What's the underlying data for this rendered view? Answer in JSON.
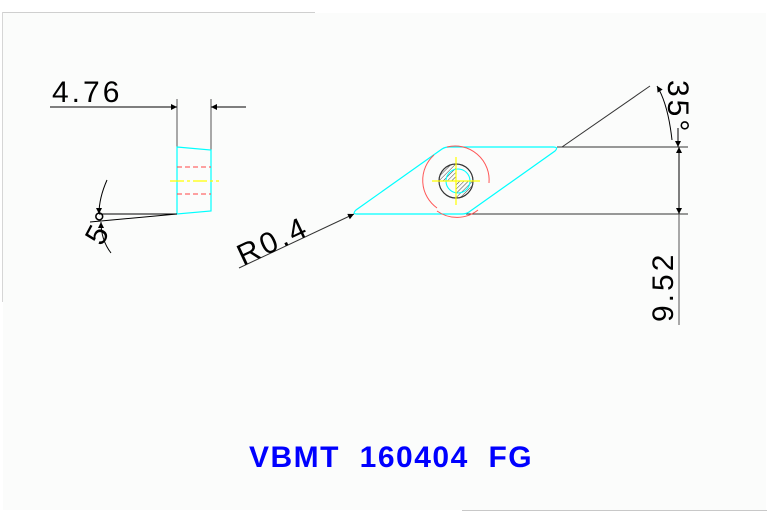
{
  "drawing": {
    "title": "VBMT 160404 FG",
    "colors": {
      "background": "#fbfcfb",
      "dimension_line": "#000000",
      "insert_outline": "#00ffff",
      "hidden_line": "#ff4444",
      "center_line": "#ffff00",
      "clearance_arc": "#ff5555",
      "title": "#0000ff"
    }
  },
  "side_view": {
    "thickness_label": "4.76",
    "clearance_angle_label": "5°"
  },
  "top_view": {
    "corner_radius_label": "R0.4",
    "included_angle_label": "35°",
    "inscribed_circle_label": "9.52"
  }
}
